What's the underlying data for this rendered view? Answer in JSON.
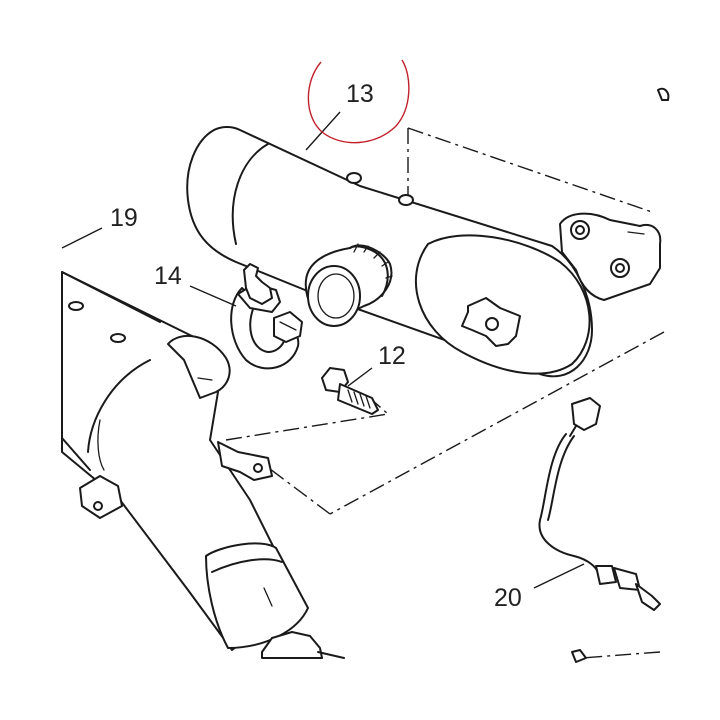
{
  "callouts": [
    {
      "id": "13",
      "text": "13"
    },
    {
      "id": "19",
      "text": "19"
    },
    {
      "id": "14",
      "text": "14"
    },
    {
      "id": "12",
      "text": "12"
    },
    {
      "id": "20",
      "text": "20"
    }
  ],
  "highlight_color": "#c0202a",
  "line_color": "#1a1a1a"
}
